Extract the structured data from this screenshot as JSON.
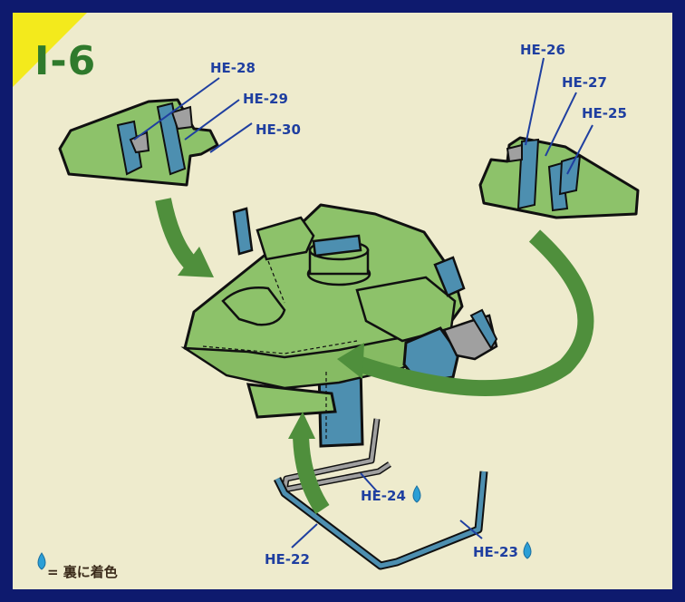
{
  "step": {
    "title": "I-6"
  },
  "labels": {
    "he28": "HE-28",
    "he29": "HE-29",
    "he30": "HE-30",
    "he26": "HE-26",
    "he27": "HE-27",
    "he25": "HE-25",
    "he24": "HE-24",
    "he22": "HE-22",
    "he23": "HE-23"
  },
  "legend": {
    "icon": "water-drop-icon",
    "text": "= 裏に着色"
  },
  "colors": {
    "frame": "#0e1a6e",
    "panel": "#eeebcd",
    "part_green": "#8dc26a",
    "part_blue": "#4d8fb0",
    "part_grey": "#a0a0a0",
    "arrow_green": "#4f8f3c",
    "label_blue": "#1f3fa0",
    "drop_blue": "#2b9fd6",
    "title_green": "#2f7a2c",
    "corner_yellow": "#f3ea1c"
  }
}
